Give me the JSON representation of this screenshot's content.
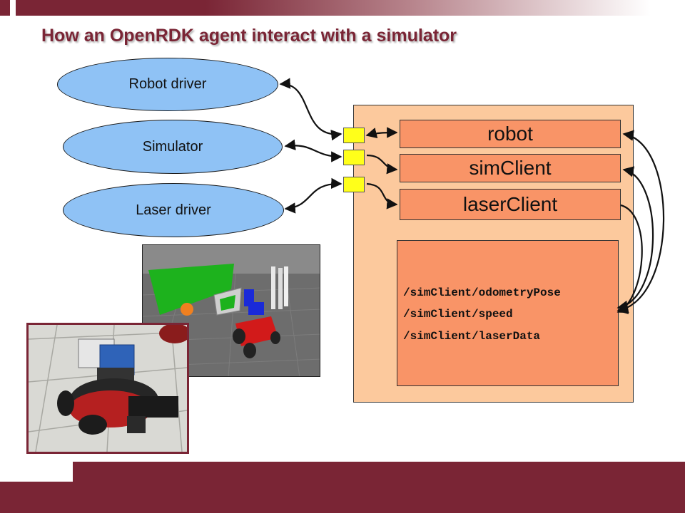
{
  "title": "How an OpenRDK agent interact with a simulator",
  "ellipses": {
    "robot_driver": "Robot driver",
    "simulator": "Simulator",
    "laser_driver": "Laser driver"
  },
  "modules": {
    "robot": "robot",
    "sim_client": "simClient",
    "laser_client": "laserClient"
  },
  "repository": [
    "/simClient/odometryPose",
    "/simClient/speed",
    "/simClient/laserData"
  ],
  "colors": {
    "brand": "#7a2535",
    "ellipse_fill": "#8fc2f5",
    "agent_box": "#fcc99d",
    "module_fill": "#f99467",
    "port_fill": "#ffff1a"
  }
}
